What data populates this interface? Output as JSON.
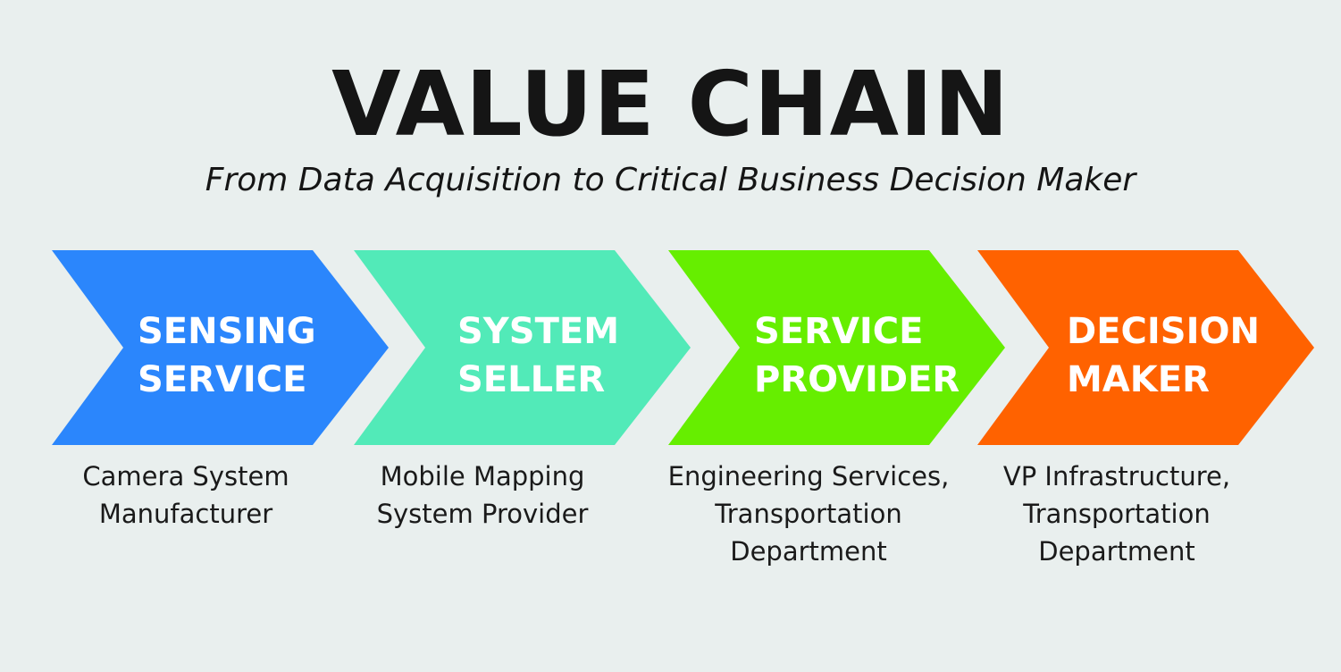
{
  "header": {
    "title": "VALUE CHAIN",
    "subtitle": "From Data Acquisition to Critical Business Decision Maker"
  },
  "stages": [
    {
      "color": "#2b86fc",
      "label_lines": [
        "SENSING",
        "SERVICE"
      ],
      "desc_lines": [
        "Camera System",
        "Manufacturer"
      ]
    },
    {
      "color": "#52eab8",
      "label_lines": [
        "SYSTEM",
        "SELLER"
      ],
      "desc_lines": [
        "Mobile Mapping",
        "System Provider"
      ]
    },
    {
      "color": "#66ee00",
      "label_lines": [
        "SERVICE",
        "PROVIDER"
      ],
      "desc_lines": [
        "Engineering Services,",
        "Transportation",
        "Department"
      ]
    },
    {
      "color": "#ff6200",
      "label_lines": [
        "DECISION",
        "MAKER"
      ],
      "desc_lines": [
        "VP Infrastructure,",
        "Transportation",
        "Department"
      ]
    }
  ]
}
